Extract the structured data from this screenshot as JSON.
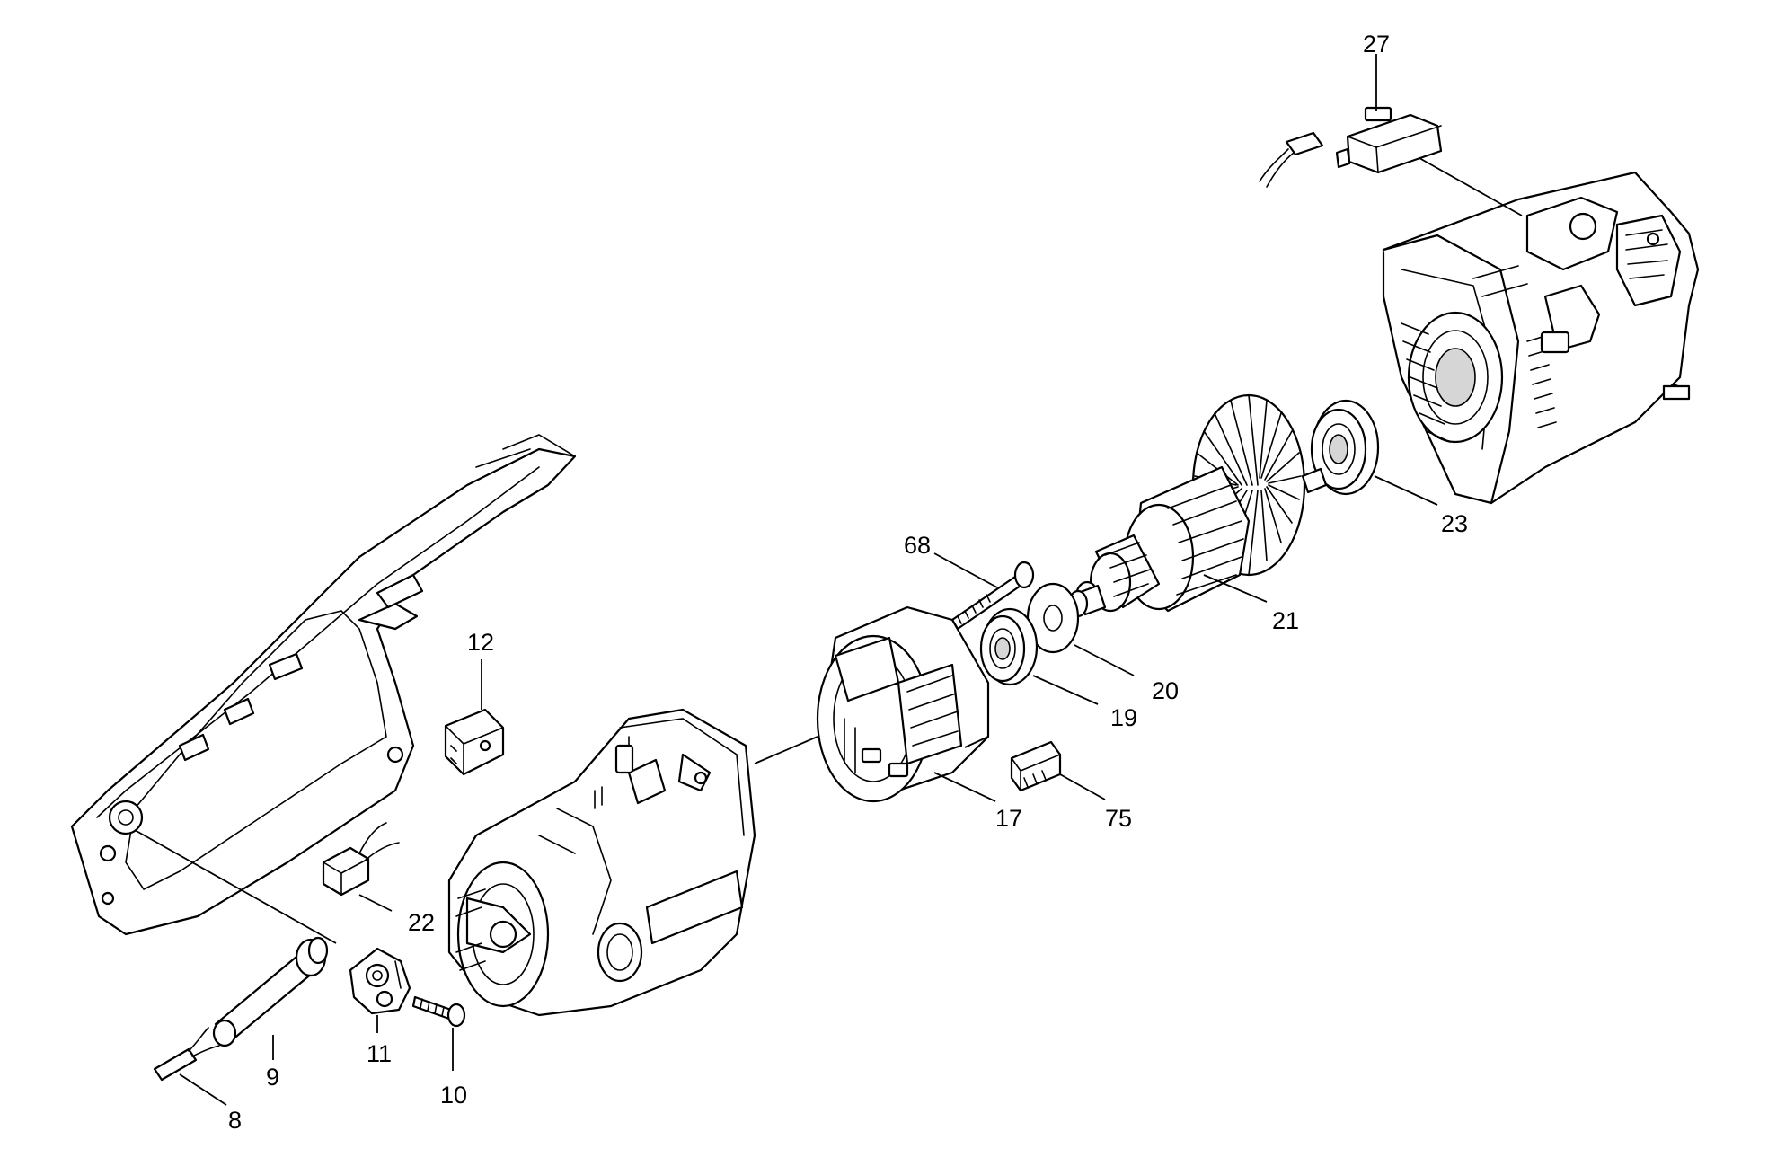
{
  "diagram": {
    "labels": {
      "p27": "27",
      "p23": "23",
      "p21": "21",
      "p68": "68",
      "p20": "20",
      "p19": "19",
      "p12": "12",
      "p17": "17",
      "p75": "75",
      "p22": "22",
      "p9": "9",
      "p11": "11",
      "p10": "10",
      "p8": "8"
    }
  }
}
